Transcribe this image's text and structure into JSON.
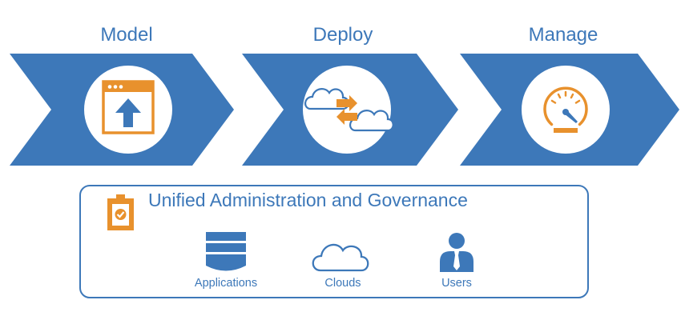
{
  "stages": [
    {
      "title": "Model",
      "icon": "browser-upload-icon"
    },
    {
      "title": "Deploy",
      "icon": "cloud-sync-icon"
    },
    {
      "title": "Manage",
      "icon": "gauge-icon"
    }
  ],
  "governance": {
    "title": "Unified Administration and Governance",
    "icon": "clipboard-check-icon",
    "resources": [
      {
        "label": "Applications",
        "icon": "database-icon"
      },
      {
        "label": "Clouds",
        "icon": "cloud-icon"
      },
      {
        "label": "Users",
        "icon": "user-icon"
      }
    ]
  },
  "colors": {
    "blue": "#3d78b9",
    "orange": "#e8912d",
    "white": "#ffffff"
  }
}
